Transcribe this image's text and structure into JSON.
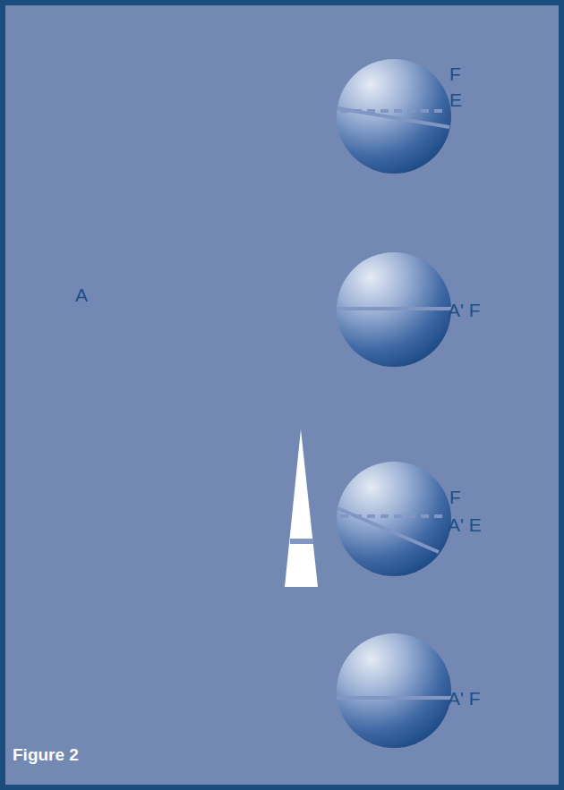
{
  "diagram": {
    "caption": "Figure 2",
    "labels": [
      "F",
      "E",
      "A",
      "A' F",
      "F",
      "A' E",
      "A' F"
    ]
  }
}
